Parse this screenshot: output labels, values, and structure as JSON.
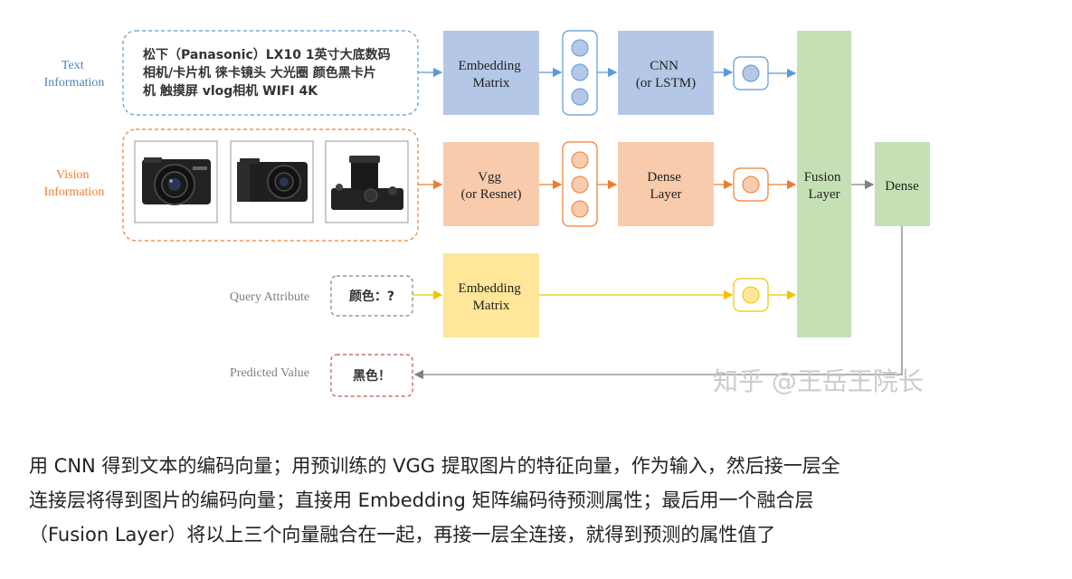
{
  "diagram": {
    "rows": {
      "text": {
        "label_lines": [
          "Text",
          "Information"
        ],
        "input_lines": [
          "松下（Panasonic）LX10 1英寸大底数码",
          "相机/卡片机 徕卡镜头 大光圈 颜色黑卡片",
          "机 触摸屏 vlog相机 WIFI 4K"
        ],
        "stage1_lines": [
          "Embedding",
          "Matrix"
        ],
        "stage2_lines": [
          "CNN",
          "(or LSTM)"
        ]
      },
      "vision": {
        "label_lines": [
          "Vision",
          "Information"
        ],
        "images": [
          "camera-front-image",
          "camera-side-image",
          "camera-top-image"
        ],
        "stage1_lines": [
          "Vgg",
          "(or Resnet)"
        ],
        "stage2_lines": [
          "Dense",
          "Layer"
        ]
      },
      "query": {
        "label": "Query Attribute",
        "input": "颜色：?",
        "stage1_lines": [
          "Embedding",
          "Matrix"
        ]
      },
      "predicted": {
        "label": "Predicted Value",
        "value": "黑色！"
      }
    },
    "fusion_lines": [
      "Fusion",
      "Layer"
    ],
    "dense": "Dense",
    "watermark": "知乎 @王岳王院长",
    "colors": {
      "blue_fill": "#b4c7e7",
      "blue_line": "#5b9bd5",
      "orange_fill": "#f8cbad",
      "orange_line": "#ed7d31",
      "yellow_fill": "#ffe699",
      "yellow_line": "#f2c200",
      "green_fill": "#c5e0b4",
      "red_dash": "#c0504d",
      "gray_line": "#808080"
    }
  },
  "caption_lines": [
    "用 CNN 得到文本的编码向量；用预训练的 VGG 提取图片的特征向量，作为输入，然后接一层全",
    "连接层将得到图片的编码向量；直接用 Embedding 矩阵编码待预测属性；最后用一个融合层",
    "（Fusion Layer）将以上三个向量融合在一起，再接一层全连接，就得到预测的属性值了"
  ]
}
